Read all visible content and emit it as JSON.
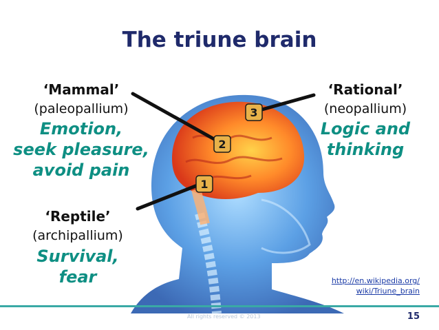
{
  "slide": {
    "title": "The triune brain",
    "mammal": {
      "name": "‘Mammal’",
      "latin": "(paleopallium)",
      "trait_lines": [
        "Emotion,",
        "seek pleasure,",
        "avoid pain"
      ],
      "number": "2"
    },
    "reptile": {
      "name": "‘Reptile’",
      "latin": "(archipallium)",
      "trait_lines": [
        "Survival,",
        "fear"
      ],
      "number": "1"
    },
    "rational": {
      "name": "‘Rational’",
      "latin": "(neopallium)",
      "trait_lines": [
        "Logic and",
        "thinking"
      ],
      "number": "3"
    },
    "source_link_lines": [
      "http://en.wikipedia.org/",
      "wiki/Triune_brain"
    ],
    "copyright": "All rights reserved © 2013",
    "page_number": "15"
  },
  "colors": {
    "title": "#1f2a6b",
    "trait": "#0e8f83",
    "badge_fill": "#e8b24a",
    "rule": "#3aa9a5"
  }
}
